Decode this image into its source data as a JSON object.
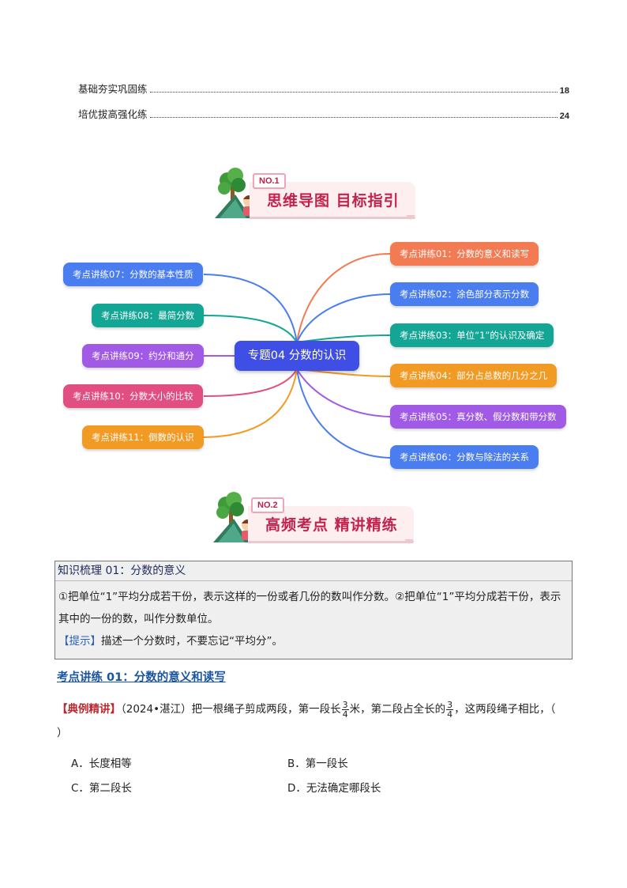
{
  "toc": [
    {
      "label": "基础夯实巩固练",
      "page": "18"
    },
    {
      "label": "培优拔高强化练",
      "page": "24"
    }
  ],
  "banners": [
    {
      "no": "NO.1",
      "title": "思维导图 目标指引"
    },
    {
      "no": "NO.2",
      "title": "高频考点 精讲精练"
    }
  ],
  "mindmap": {
    "center": "专题04 分数的认识",
    "right": [
      {
        "label": "考点讲练01：分数的意义和读写",
        "color": "#f27b54"
      },
      {
        "label": "考点讲练02：涂色部分表示分数",
        "color": "#4a7ef0"
      },
      {
        "label": "考点讲练03：单位“1”的认识及确定",
        "color": "#14a694"
      },
      {
        "label": "考点讲练04：部分占总数的几分之几",
        "color": "#f29b24"
      },
      {
        "label": "考点讲练05：真分数、假分数和带分数",
        "color": "#a05ae6"
      },
      {
        "label": "考点讲练06：分数与除法的关系",
        "color": "#4a7ef0"
      }
    ],
    "left": [
      {
        "label": "考点讲练07：分数的基本性质",
        "color": "#4a7ef0"
      },
      {
        "label": "考点讲练08：最简分数",
        "color": "#14a694"
      },
      {
        "label": "考点讲练09：约分和通分",
        "color": "#a05ae6"
      },
      {
        "label": "考点讲练10：分数大小的比较",
        "color": "#e04e82"
      },
      {
        "label": "考点讲练11：倒数的认识",
        "color": "#f29b24"
      }
    ]
  },
  "knowledge": {
    "header": "知识梳理 01：分数的意义",
    "body": "①把单位“1”平均分成若干份，表示这样的一份或者几份的数叫作分数。②把单位“1”平均分成若干份，表示其中的一份的数，叫作分数单位。",
    "tip_label": "【提示】",
    "tip_text": "描述一个分数时，不要忘记“平均分”。"
  },
  "section_title": "考点讲练 01：分数的意义和读写",
  "question": {
    "tag": "【典例精讲】",
    "source": "（2024•湛江）",
    "part1": "把一根绳子剪成两段，第一段长",
    "frac1_num": "3",
    "frac1_den": "4",
    "part2": "米，第二段占全长的",
    "frac2_num": "3",
    "frac2_den": "4",
    "part3": "，这两段绳子相比，（",
    "part4": "）",
    "options": [
      "A．长度相等",
      "B．第一段长",
      "C．第二段长",
      "D．无法确定哪段长"
    ]
  }
}
